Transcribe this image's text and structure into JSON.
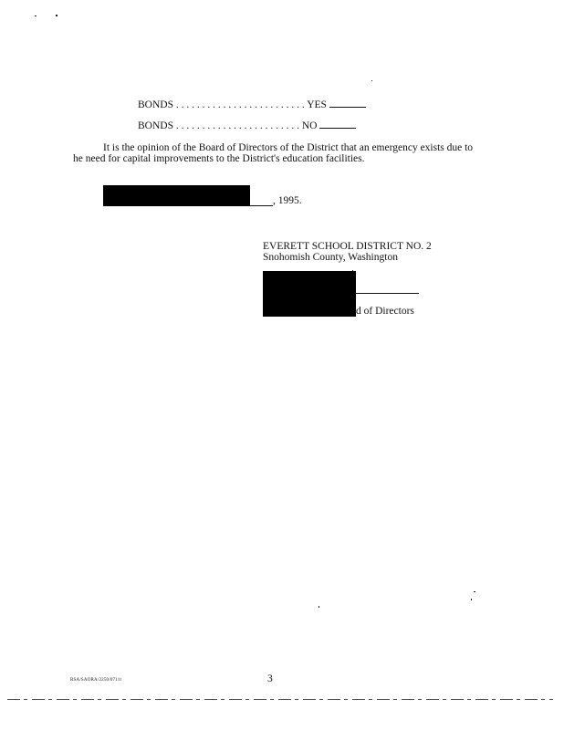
{
  "ballot": {
    "line1_label": "BONDS",
    "line1_dots": ". . . . . . . . . . . . . . . . . . . . . . . . .",
    "line1_choice": "YES",
    "line2_label": "BONDS",
    "line2_dots": ". . . . . . . . . . . . . . . . . . . . . . . .",
    "line2_choice": "NO"
  },
  "paragraph": {
    "line1": "It is the opinion of the Board of Directors of the District that an emergency exists due to",
    "line2": "he need for capital improvements to the District's education facilities."
  },
  "date_line": {
    "suffix": ", 1995."
  },
  "signature_block": {
    "district_name": "EVERETT SCHOOL DISTRICT NO. 2",
    "county": "Snohomish County, Washington",
    "title_fragment": "d of Directors"
  },
  "footer": {
    "doc_id": "RSA/SAORA/2250/0711t",
    "page_number": "3"
  }
}
